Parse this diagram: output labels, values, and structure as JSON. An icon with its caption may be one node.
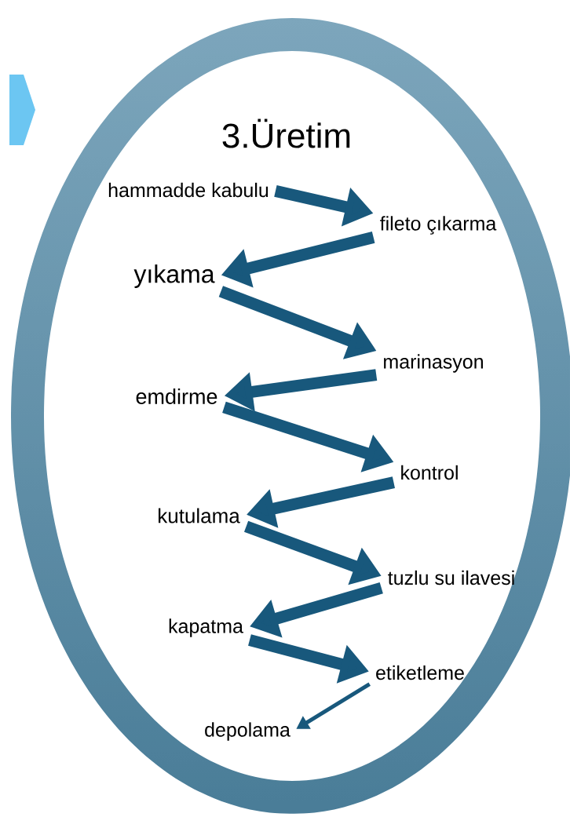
{
  "diagram": {
    "title": "3.Üretim",
    "nodes": [
      {
        "text": [
          "hammadde kabulu"
        ]
      },
      {
        "text": [
          "fileto çıkarma"
        ]
      },
      {
        "text": [
          "yıkama"
        ]
      },
      {
        "text": [
          "marinasyon"
        ]
      },
      {
        "text": [
          "emdirme"
        ]
      },
      {
        "text": [
          "kontrol"
        ]
      },
      {
        "text": [
          "kutulama"
        ]
      },
      {
        "text": [
          "tuzlu su ilavesi"
        ]
      },
      {
        "text": [
          "kapatma"
        ]
      },
      {
        "text": [
          "etiketleme"
        ]
      },
      {
        "text": [
          "depolama"
        ]
      }
    ],
    "edges": [
      {
        "from": 0,
        "to": 1,
        "arrow": "to"
      },
      {
        "from": 1,
        "to": 2,
        "arrow": "to"
      },
      {
        "from": 2,
        "to": 3,
        "arrow": "to"
      },
      {
        "from": 3,
        "to": 4,
        "arrow": "to"
      },
      {
        "from": 4,
        "to": 5,
        "arrow": "to"
      },
      {
        "from": 5,
        "to": 6,
        "arrow": "to"
      },
      {
        "from": 6,
        "to": 7,
        "arrow": "to"
      },
      {
        "from": 7,
        "to": 8,
        "arrow": "to"
      },
      {
        "from": 8,
        "to": 9,
        "arrow": "to"
      },
      {
        "from": 9,
        "to": 10,
        "arrow": "to"
      }
    ]
  }
}
